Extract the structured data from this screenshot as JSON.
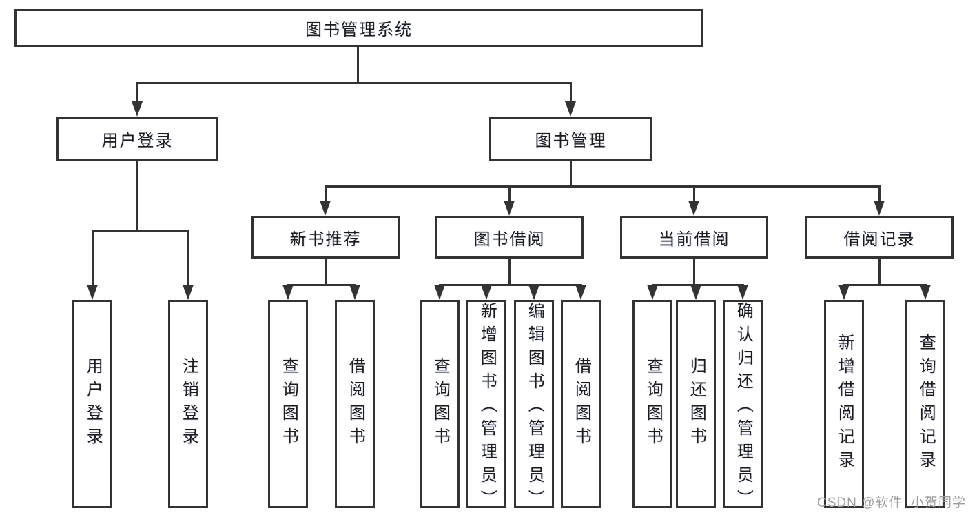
{
  "colors": {
    "line": "#333333",
    "text": "#1c1c1c",
    "watermark_gray": "#9e9e9e",
    "background": "#ffffff"
  },
  "diagram": {
    "root": "图书管理系统",
    "level1": {
      "user": "用户登录",
      "manage": "图书管理"
    },
    "level2": {
      "recommend": "新书推荐",
      "borrow": "图书借阅",
      "current": "当前借阅",
      "records": "借阅记录"
    },
    "leaves": {
      "user": [
        "用户登录",
        "注销登录"
      ],
      "recommend": [
        "查询图书",
        "借阅图书"
      ],
      "borrow": [
        "查询图书",
        "新增图书（管理员）",
        "编辑图书（管理员）",
        "借阅图书"
      ],
      "current": [
        "查询图书",
        "归还图书",
        "确认归还（管理员）"
      ],
      "records": [
        "新增借阅记录",
        "查询借阅记录"
      ]
    }
  },
  "watermark": "CSDN @软件_小贺同学"
}
